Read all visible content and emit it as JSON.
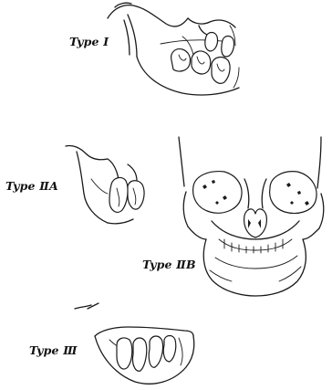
{
  "figure": {
    "labels": {
      "type_1": "Type Ⅰ",
      "type_2a": "Type ⅡA",
      "type_2b": "Type ⅡB",
      "type_3": "Type Ⅲ"
    }
  }
}
